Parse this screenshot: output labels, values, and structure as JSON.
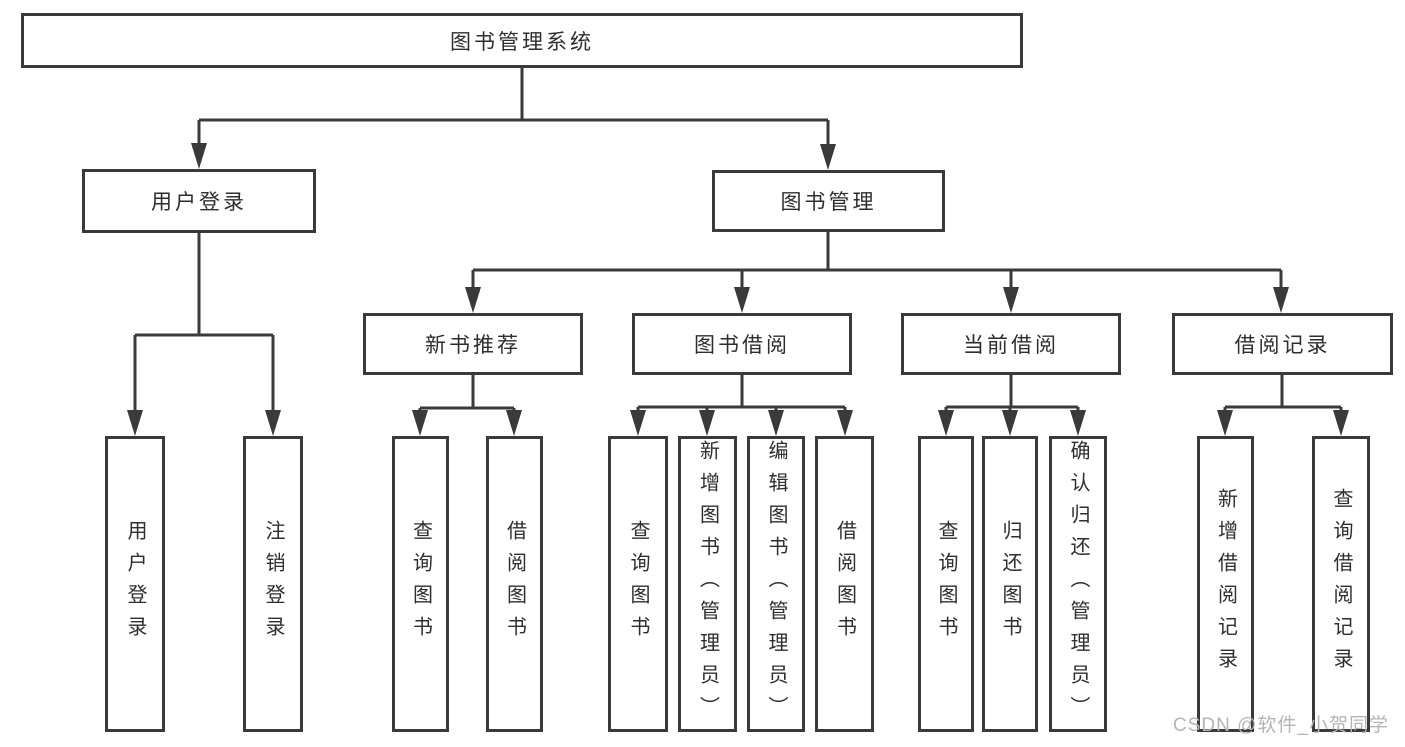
{
  "title_box": "图书管理系统",
  "level2": {
    "user_login": "用户登录",
    "book_management": "图书管理"
  },
  "level3": {
    "new_books": "新书推荐",
    "borrowing": "图书借阅",
    "current": "当前借阅",
    "records": "借阅记录"
  },
  "leaves": {
    "user_login": [
      "用户登录",
      "注销登录"
    ],
    "new_books": [
      "查询图书",
      "借阅图书"
    ],
    "borrowing": [
      "查询图书",
      "新增图书（管理员）",
      "编辑图书（管理员）",
      "借阅图书"
    ],
    "current": [
      "查询图书",
      "归还图书",
      "确认归还（管理员）"
    ],
    "records": [
      "新增借阅记录",
      "查询借阅记录"
    ]
  },
  "watermark": "CSDN @软件_小贺同学",
  "colors": {
    "line": "#3a3a3a",
    "text": "#2e2e2e",
    "watermark": "#b5b5b5"
  }
}
